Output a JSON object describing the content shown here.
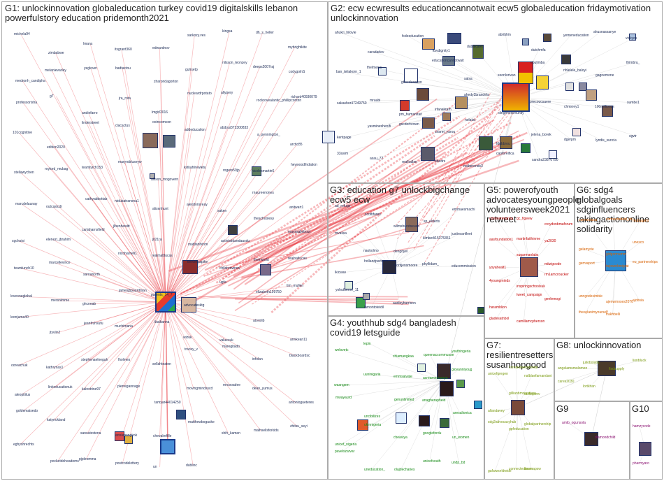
{
  "groups": [
    {
      "id": "G1",
      "title": "G1: unlockinnovation globaleducation turkey covid19 digitalskills lebanon powerfulstory education pridemonth2021"
    },
    {
      "id": "G2",
      "title": "G2: ecw ecwresults educationcannotwait ecw5 globaleducation fridaymotivation unlockinnovation"
    },
    {
      "id": "G3",
      "title": "G3: education g7 unlockbigchange ecw5 ecw"
    },
    {
      "id": "G4",
      "title": "G4: youthhub sdg4 bangladesh covid19 letsguide"
    },
    {
      "id": "G5",
      "title": "G5: powerofyouth advocatesyoungpeople volunteersweek2021 retweet"
    },
    {
      "id": "G6",
      "title": "G6: sdg4 globalgoals sdginfluencers takingactiononline solidarity"
    },
    {
      "id": "G7",
      "title": "G7: resilientresetters susanhopgood"
    },
    {
      "id": "G8",
      "title": "G8: unlockinnovation"
    },
    {
      "id": "G9",
      "title": "G9"
    },
    {
      "id": "G10",
      "title": "G10"
    }
  ],
  "g1_nodes": [
    "michela94",
    "zimbabwe",
    "lmans",
    "itsgrant360",
    "edwardnov",
    "sarkozy.ves",
    "kingsa",
    "dh_s_heller",
    "mybrightkite",
    "medronh_candipha",
    "melanievarley",
    "yeglover",
    "badtactou",
    "zharondagorton",
    "gulrsetp",
    "nilsson_leonzey",
    "deeps2007raj",
    "codygolnS",
    "professorisha",
    "g7",
    "andiefarro",
    "jra_rota",
    "lmgirl2016",
    "nucleardrpotato",
    "allypery",
    "rockrovealantic_phillipcontrin",
    "richard40930079",
    "101cognitive",
    "edition2020",
    "linderstreet",
    "clacactus",
    "ooincomcon",
    "addeducation",
    "abdoui372300833",
    "a_pennington_",
    "arctic85",
    "stellawychen",
    "roylord_mubag",
    "teamlyrch153",
    "maryrobluseyw",
    "allison_mogovern",
    "kstkahlrewletu",
    "rogers59jp",
    "nicolesmartin6",
    "heywoodfndation",
    "marcdelaunay",
    "outcastcdr",
    "cathyabbottab",
    "ntdubatransna1",
    "alicenhunt",
    "alexdonsreay",
    "saken",
    "rnaureenones",
    "anitwart1",
    "cgchoisi",
    "elenezi_jbrahim",
    "carlaharnsfield",
    "jlbenhewitt",
    "jit21ra",
    "mattlanfvinm",
    "activistidaedaasdu",
    "theschoolesy",
    "mayssaljebout",
    "teamlunch10",
    "marcellevince",
    "sarnanorth",
    "nicoharnell1",
    "realmattlucas",
    "thevintsapike",
    "childrenwrew",
    "thelrworld",
    "realnatlucas",
    "loveoneglobal",
    "mersnimme",
    "ghcneab",
    "jamesjbpoardman",
    "parents_24_7",
    "advocatesktg",
    "ugfa",
    "elizabeth199750",
    "tim_mullen",
    "leonjuma40",
    "jtsvlin2",
    "jeanfruhsufu",
    "muchimana",
    "ibaikanna",
    "wizuk",
    "valuesuk",
    "atorolib",
    "annkean11",
    "ooreachuk",
    "kathrynas1",
    "stephenaelnegah",
    "lholmes",
    "sellahteaten",
    "tracey_v",
    "maregitado",
    "infolan",
    "blackboardsc",
    "aleopitilus",
    "linkeducationuk",
    "kalnstrine97",
    "plerregannage",
    "tamyar44014250",
    "movingmindsscd",
    "mrcooadee",
    "dean_yumus",
    "antoniogueteres",
    "goldemaisedo",
    "katyrickland",
    "sansatzstena",
    "anniebangkok",
    "chevalerfille",
    "matthewboguske",
    "shih_kamen",
    "malhsellsforkids",
    "zhitsu_seyi",
    "eghyshrechts",
    "pocketdoheadoms",
    "pjpleomma",
    "postcodelottery",
    "un",
    "dublinc"
  ],
  "g2_nodes": [
    "ahukri_hilovie",
    "caradadev",
    "fcdoeducation",
    "itsvdignity1",
    "dubaicares",
    "abribhin",
    "dutchmfa",
    "yemeneducation",
    "ahusnassanye",
    "vickyos",
    "ban_teliakorn_1",
    "thelmews",
    "gbceducation",
    "educationcannotwait",
    "salsa",
    "xeonlorivan",
    "ebulimba",
    "nhlelele_baloyi",
    "gagnemone",
    "thimbru_",
    "sakashor47249750",
    "mraubi",
    "pm_humanitari",
    "irfanakram",
    "ahedy2brandela",
    "dinghhersmunity",
    "precoucsaere",
    "chnisrey1",
    "100millionus",
    "sumbe1",
    "kentpage",
    "yasmineshenifi",
    "gscdorbrown",
    "charet_yarou",
    "nolatar",
    "fdubbrou",
    "jelena_borek",
    "dgerpm",
    "lyndis_suncia",
    "sgvtr",
    "33asim",
    "asau_72",
    "realhalber",
    "bbedrs",
    "maberends3",
    "caoforeifica",
    "sandra23870790"
  ],
  "g3_nodes": [
    "ad_refuge",
    "scottifares",
    "wilmshurstseuen",
    "sp_elderts",
    "emmaesmachi",
    "mvalisa",
    "naokolmo",
    "dengdyel",
    "kimberli15375351",
    "justinvanfleet",
    "lkicwav",
    "hollandpartners",
    "mortijensmoore",
    "phyllidam_",
    "educommission",
    "yohutherne_11",
    "lamontoteidil",
    "audieyharrison"
  ],
  "g4_nodes": [
    "welovetc",
    "lepin",
    "chiamangkaa",
    "queenaccommusse",
    "youthingeria",
    "waangem",
    "uuninigaria",
    "emmsaivate",
    "acreamnonsoya",
    "giovanniyoug",
    "mwayaurd",
    "uncibilizes",
    "genunlimited",
    "anagherapheid",
    "aresalionica",
    "unicef_nigeria",
    "ukinnigeria",
    "cheaviya",
    "googlefordu",
    "un_women",
    "pavelszarvar",
    "uneducation_",
    "olajdecharies",
    "unicefsouth",
    "undp_bd"
  ],
  "g5_nodes": [
    "conocerenarcia",
    "gc_figeew",
    "croydonbmaforum",
    "aasfoundation1",
    "martinfaithinme",
    "ya2030",
    "yoyahealt1",
    "sugarmanlabs",
    "mitzigoode",
    "4youngminds",
    "inspiringschoolsuk",
    "rm1amcroucker",
    "haramblion",
    "tweet_campaign",
    "geelemogi",
    "gladesatnbol",
    "camillamcpherson"
  ],
  "g6_nodes": [
    "connectaoa",
    "connectedaid_int",
    "mubugaris",
    "gelamyrie",
    "gidgonnumm",
    "unesco",
    "gemreport",
    "tajowerkmigrat",
    "eu_partnerships",
    "unngodesimble",
    "ajenwmoses2070",
    "ajobsia",
    "theaylanimyourself",
    "trakhbelli"
  ],
  "g7_nodes": [
    "unicefgregen",
    "ccreakalwestreetar",
    "nalblaefamandani",
    "allandavey",
    "gillianbmcandrew",
    "taskajamv",
    "sdg2advocacyhub",
    "gpfeducation",
    "globalpartnership",
    "gafarworldwide",
    "connectedlearn",
    "asemapsw"
  ],
  "g8_nodes": [
    "angelamsmolomon",
    "juliobolatis",
    "fisdsupply",
    "lionbluck",
    "cares2030",
    "lortkhan"
  ],
  "g9_nodes": [
    "amib_ogunsola",
    "diamondchild"
  ],
  "g10_nodes": [
    "hamzycode",
    "pharmyaro"
  ],
  "colors": {
    "g1": "#1b2a55",
    "g2": "#1b2a55",
    "edge_main": "#e8333b",
    "edge_light": "#cccccc",
    "g5_label": "#c00000",
    "g6_label": "#d86000",
    "g4_label": "#158a15",
    "g7_label": "#9aa800",
    "g9_label": "#8a1070"
  }
}
